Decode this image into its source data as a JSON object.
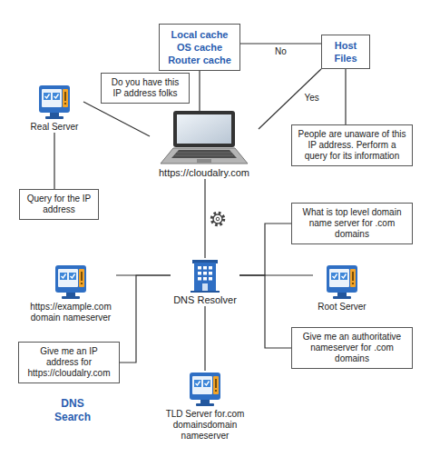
{
  "diagram": {
    "nodes": [
      {
        "text": [
          "Local cache OS cache Router cache"
        ]
      },
      {
        "text": [
          "Host Files"
        ]
      },
      {
        "text": [
          "Do you have this IP address folks"
        ]
      },
      {
        "text": [
          "Real Server"
        ]
      },
      {
        "text": [
          "https://cloudalry.com"
        ]
      },
      {
        "text": [
          "People are unaware of this IP address. Perform a query for its information"
        ]
      },
      {
        "text": [
          "Query for the IP address"
        ]
      },
      {
        "text": [
          "What is top level domain name server for .com domains"
        ]
      },
      {
        "text": [
          "https://example.com domain nameserver"
        ]
      },
      {
        "text": [
          "DNS Resolver"
        ]
      },
      {
        "text": [
          "Root Server"
        ]
      },
      {
        "text": [
          "Give me an IP address for https://cloudalry.com"
        ]
      },
      {
        "text": [
          "Give me an authoritative nameserver for .com domains"
        ]
      },
      {
        "text": [
          "TLD Server for.com domainsdomain nameserver"
        ]
      }
    ],
    "edges": [
      {
        "from": 4,
        "to": 0,
        "arrow": "none"
      },
      {
        "from": 0,
        "to": 1,
        "label": "No",
        "arrow": "none"
      },
      {
        "from": 1,
        "to": 4,
        "label": "Yes",
        "arrow": "none"
      },
      {
        "from": 1,
        "to": 5,
        "arrow": "none"
      },
      {
        "from": 3,
        "to": 4,
        "arrow": "none"
      },
      {
        "from": 3,
        "to": 6,
        "arrow": "none"
      },
      {
        "from": 4,
        "to": 9,
        "arrow": "none"
      },
      {
        "from": 9,
        "to": 8,
        "arrow": "none"
      },
      {
        "from": 9,
        "to": 11,
        "arrow": "none"
      },
      {
        "from": 9,
        "to": 10,
        "arrow": "none"
      },
      {
        "from": 9,
        "to": 7,
        "arrow": "none"
      },
      {
        "from": 9,
        "to": 12,
        "arrow": "none"
      },
      {
        "from": 9,
        "to": 13,
        "arrow": "none"
      }
    ],
    "labels": [
      "DNS Search"
    ]
  }
}
